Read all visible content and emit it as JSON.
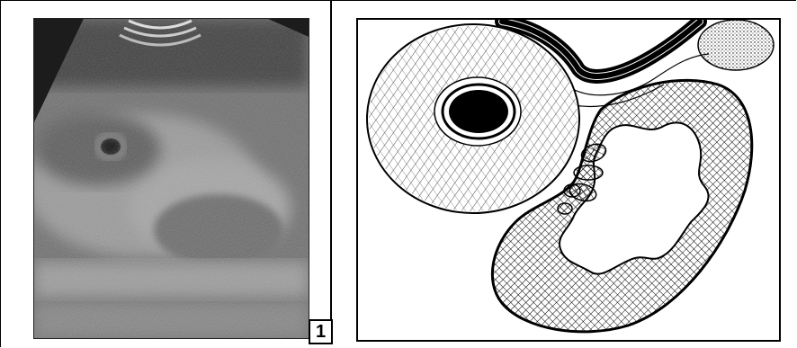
{
  "figure": {
    "label": "1"
  },
  "ultrasound_panel": {
    "kind": "grayscale ultrasound image"
  },
  "diagram_panel": {
    "kind": "hatched line drawing"
  }
}
